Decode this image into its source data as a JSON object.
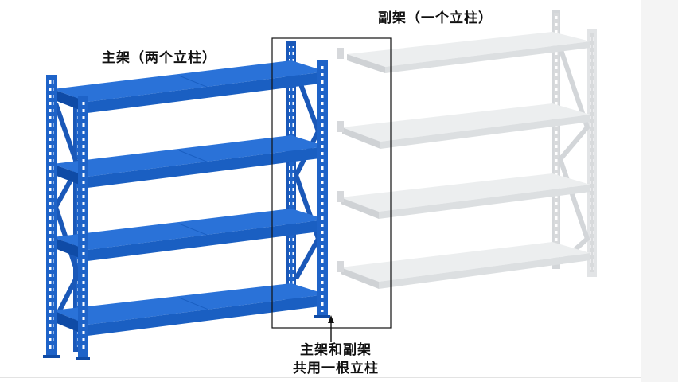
{
  "labels": {
    "main_rack": "主架（两个立柱）",
    "sub_rack": "副架（一个立柱）",
    "shared_note_line1": "主架和副架",
    "shared_note_line2": "共用一根立柱"
  },
  "colors": {
    "main_rack": "#1E63C8",
    "main_rack_dark": "#0F4BA6",
    "main_rack_light": "#3C82E0",
    "sub_rack": "#E6E8EA",
    "sub_rack_dark": "#C9CCCF",
    "highlight_box": "#111111"
  }
}
